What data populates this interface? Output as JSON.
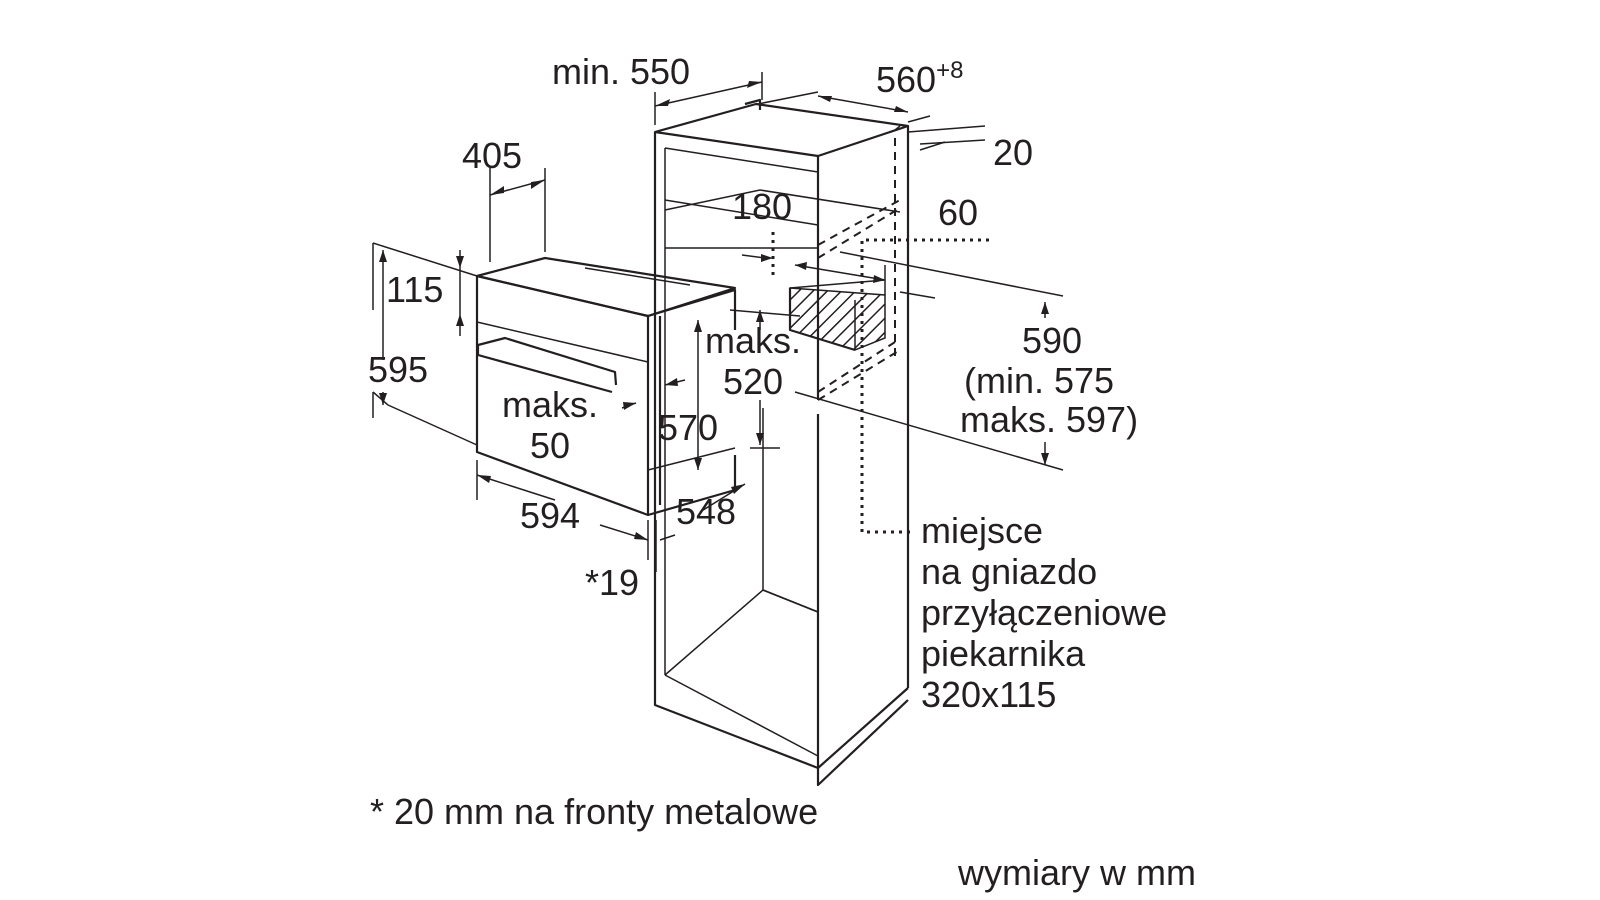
{
  "dimensions": {
    "cabinet_depth": "min. 550",
    "niche_width_value": "560",
    "niche_width_tolerance": "+8",
    "back_gap": "20",
    "oven_depth": "405",
    "vent_gap": "180",
    "socket_offset": "60",
    "panel_height": "115",
    "niche_max_top": "maks.",
    "niche_max_value": "520",
    "oven_height": "595",
    "niche_height_value": "590",
    "niche_height_min": "(min. 575",
    "niche_height_max": "maks. 597)",
    "door_depth_label": "maks.",
    "door_depth_value": "50",
    "oven_inner_depth": "570",
    "oven_width": "594",
    "inner_depth": "548",
    "front_thickness": "*19"
  },
  "socket_note": [
    "miejsce",
    "na gniazdo",
    "przyłączeniowe",
    "piekarnika",
    "320x115"
  ],
  "footnote": "* 20 mm na fronty metalowe",
  "units_note": "wymiary w mm"
}
